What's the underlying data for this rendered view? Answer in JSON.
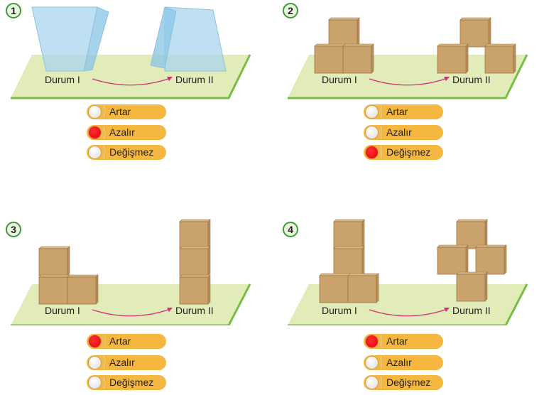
{
  "colors": {
    "box": "#c9a26c",
    "box_edge": "#9e7646",
    "plane": "#e2ecb8",
    "plane_edge": "#78bd48",
    "arrow": "#d0307a",
    "glass": "#a9d6ee",
    "selected": "#e8001a"
  },
  "state_labels": {
    "before": "Durum I",
    "after": "Durum II"
  },
  "options": [
    "Artar",
    "Azalır",
    "Değişmez"
  ],
  "panels": [
    {
      "number": "1",
      "object": "glass-prism",
      "selected": "Azalır"
    },
    {
      "number": "2",
      "object": "boxes",
      "selected": "Değişmez"
    },
    {
      "number": "3",
      "object": "boxes",
      "selected": "Artar"
    },
    {
      "number": "4",
      "object": "boxes",
      "selected": "Artar"
    }
  ]
}
